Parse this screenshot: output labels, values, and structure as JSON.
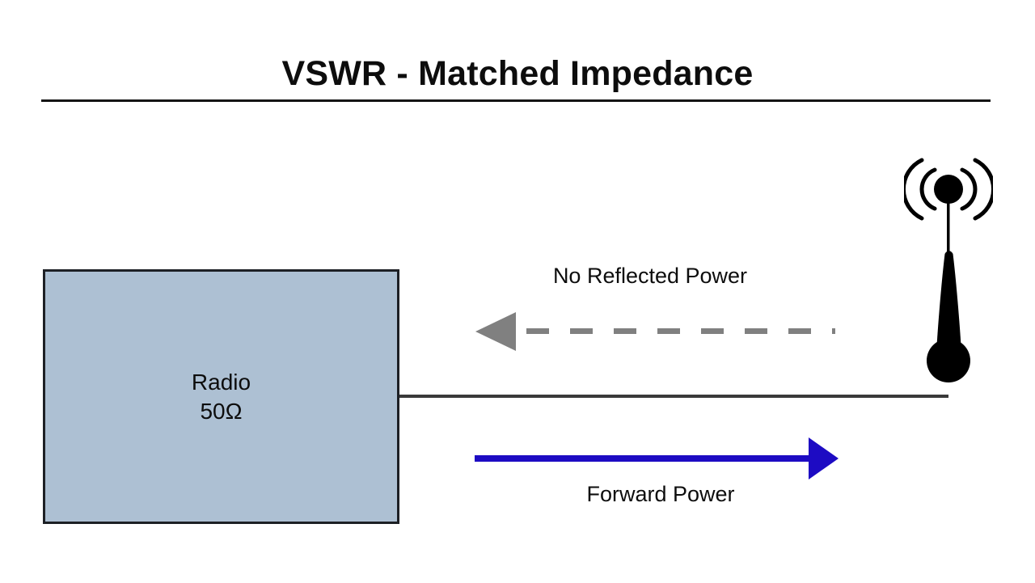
{
  "slide": {
    "title": "VSWR - Matched Impedance",
    "background_color": "#ffffff",
    "rule_color": "#141414"
  },
  "radio": {
    "name": "Radio",
    "impedance": "50Ω",
    "fill_color": "#adc0d3",
    "border_color": "#1d2025"
  },
  "transmission_line": {
    "color": "#3a3a3a"
  },
  "reflected_power": {
    "label": "No Reflected Power",
    "color": "#808080",
    "direction": "left",
    "style": "dashed"
  },
  "forward_power": {
    "label": "Forward Power",
    "color": "#1d0bc3",
    "direction": "right",
    "style": "solid"
  },
  "antenna": {
    "icon": "broadcast-antenna-icon",
    "color": "#000000",
    "wave_arcs": 4
  }
}
